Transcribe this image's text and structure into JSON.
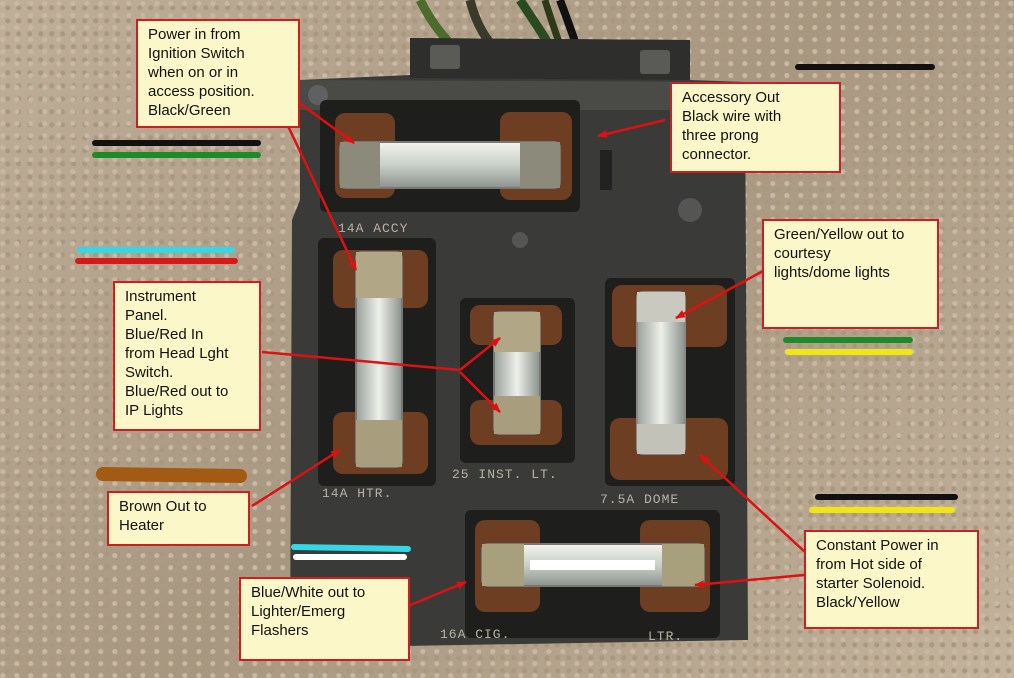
{
  "callouts": {
    "power_in": "Power in from\nIgnition Switch\nwhen on or in\naccess position.\nBlack/Green",
    "accessory_out": "Accessory Out\nBlack wire with\nthree prong\nconnector.",
    "courtesy_lights": "Green/Yellow out to\ncourtesy\nlights/dome lights",
    "instrument_panel": "Instrument\nPanel.\nBlue/Red In\nfrom Head Lght\nSwitch.\nBlue/Red out to\nIP Lights",
    "brown_out": "Brown Out to\nHeater",
    "constant_power": "Constant Power in\nfrom Hot side of\nstarter Solenoid.\nBlack/Yellow",
    "blue_white_out": "Blue/White out to\nLighter/Emerg\nFlashers"
  },
  "fuse_labels": {
    "accy": "14A ACCY",
    "htr": "14A HTR.",
    "inst": "25 INST. LT.",
    "dome": "7.5A DOME",
    "cig": "16A CIG.",
    "ltr": "LTR."
  },
  "colors": {
    "callout_border": "#cc1f1f",
    "callout_fill": "#fbf7c8",
    "arrow": "#dd1111",
    "wire_black": "#111111",
    "wire_green": "#1f8a2a",
    "wire_cyan": "#35d6e6",
    "wire_red": "#d41a1a",
    "wire_yellow": "#f0e614",
    "wire_brown": "#a35a12",
    "wire_white": "#ffffff"
  }
}
